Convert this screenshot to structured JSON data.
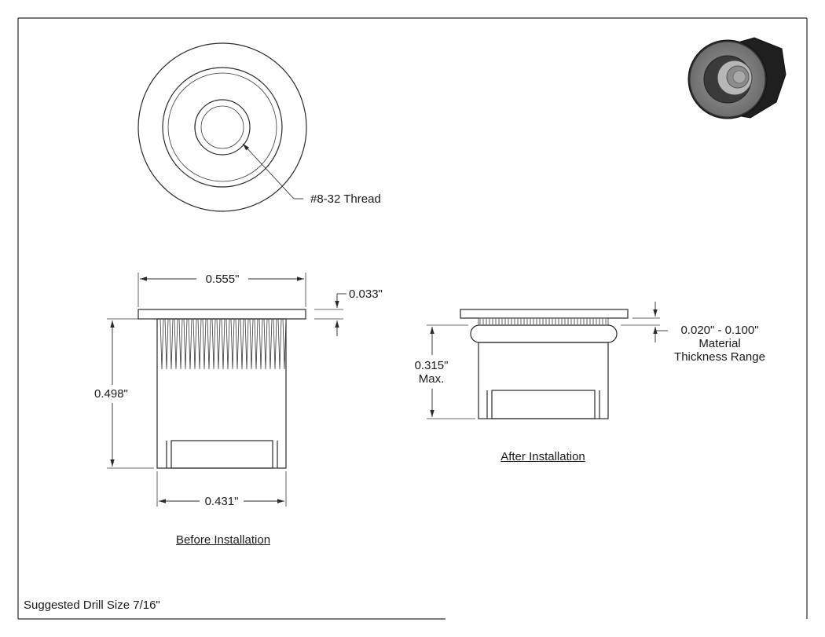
{
  "labels": {
    "thread": "#8-32 Thread",
    "overall_diameter": "0.555\"",
    "flange_thickness": "0.033\"",
    "body_length": "0.498\"",
    "body_diameter": "0.431\"",
    "installed_height_value": "0.315\"",
    "installed_height_qualifier": "Max.",
    "thickness_range": "0.020\" - 0.100\"",
    "thickness_line2": "Material",
    "thickness_line3": "Thickness Range"
  },
  "views": {
    "before": "Before Installation",
    "after": "After Installation"
  },
  "footer": {
    "drill_note": "Suggested Drill Size 7/16\""
  }
}
